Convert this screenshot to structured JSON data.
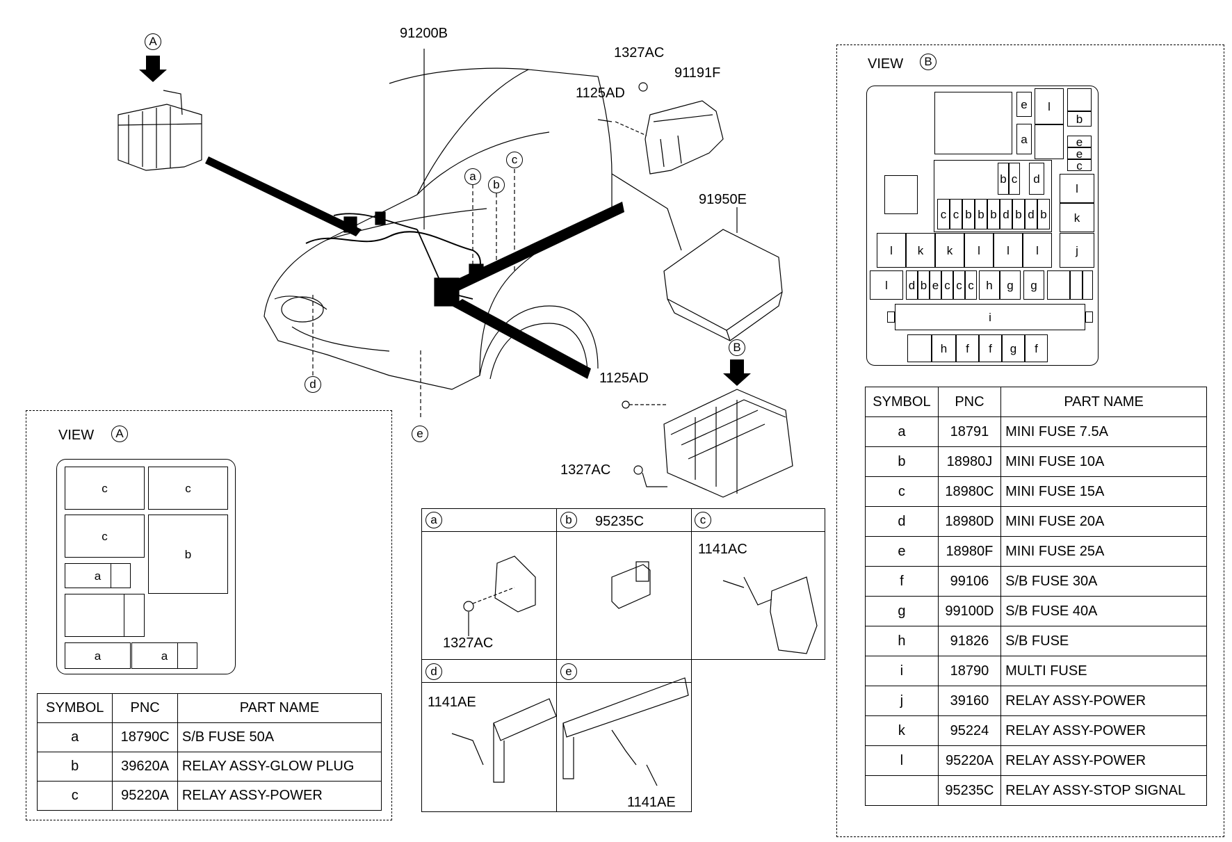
{
  "callouts": {
    "view_a": "A",
    "view_b": "B",
    "harness": "91200B",
    "nut_top": "1327AC",
    "bolt_top": "1125AD",
    "bracket": "91191F",
    "cover": "91950E",
    "bolt_mid": "1125AD",
    "nut_mid": "1327AC",
    "pt_a": "a",
    "pt_b": "b",
    "pt_c": "c",
    "pt_d": "d",
    "pt_e": "e"
  },
  "view_a": {
    "title": "VIEW",
    "circle": "A",
    "cells": [
      "c",
      "c",
      "c",
      "b",
      "a",
      "a",
      "a"
    ],
    "table": {
      "headers": [
        "SYMBOL",
        "PNC",
        "PART NAME"
      ],
      "rows": [
        [
          "a",
          "18790C",
          "S/B FUSE 50A"
        ],
        [
          "b",
          "39620A",
          "RELAY ASSY-GLOW PLUG"
        ],
        [
          "c",
          "95220A",
          "RELAY ASSY-POWER"
        ]
      ]
    }
  },
  "view_b": {
    "title": "VIEW",
    "circle": "B",
    "cells": {
      "top": [
        "e",
        "a",
        "l",
        "b",
        "e",
        "e",
        "c"
      ],
      "mid": [
        "b",
        "c",
        "d",
        "c",
        "c",
        "b",
        "b",
        "b",
        "d",
        "b",
        "d",
        "b",
        "l",
        "k"
      ],
      "row4": [
        "l",
        "k",
        "k",
        "l",
        "l",
        "l",
        "j"
      ],
      "row5": [
        "l",
        "d",
        "b",
        "e",
        "c",
        "c",
        "c",
        "h",
        "g",
        "g"
      ],
      "row6": [
        "i"
      ],
      "row7": [
        "h",
        "f",
        "f",
        "g",
        "f"
      ]
    },
    "table": {
      "headers": [
        "SYMBOL",
        "PNC",
        "PART NAME"
      ],
      "rows": [
        [
          "a",
          "18791",
          "MINI FUSE 7.5A"
        ],
        [
          "b",
          "18980J",
          "MINI FUSE 10A"
        ],
        [
          "c",
          "18980C",
          "MINI FUSE 15A"
        ],
        [
          "d",
          "18980D",
          "MINI FUSE 20A"
        ],
        [
          "e",
          "18980F",
          "MINI FUSE 25A"
        ],
        [
          "f",
          "99106",
          "S/B FUSE 30A"
        ],
        [
          "g",
          "99100D",
          "S/B FUSE 40A"
        ],
        [
          "h",
          "91826",
          "S/B FUSE"
        ],
        [
          "i",
          "18790",
          "MULTI FUSE"
        ],
        [
          "j",
          "39160",
          "RELAY ASSY-POWER"
        ],
        [
          "k",
          "95224",
          "RELAY ASSY-POWER"
        ],
        [
          "l",
          "95220A",
          "RELAY ASSY-POWER"
        ],
        [
          "",
          "95235C",
          "RELAY ASSY-STOP SIGNAL"
        ]
      ]
    }
  },
  "details": {
    "a": {
      "sym": "a",
      "part": "1327AC"
    },
    "b": {
      "sym": "b",
      "part": "95235C"
    },
    "c": {
      "sym": "c",
      "part": "1141AC"
    },
    "d": {
      "sym": "d",
      "part": "1141AE"
    },
    "e": {
      "sym": "e",
      "part": "1141AE"
    }
  }
}
